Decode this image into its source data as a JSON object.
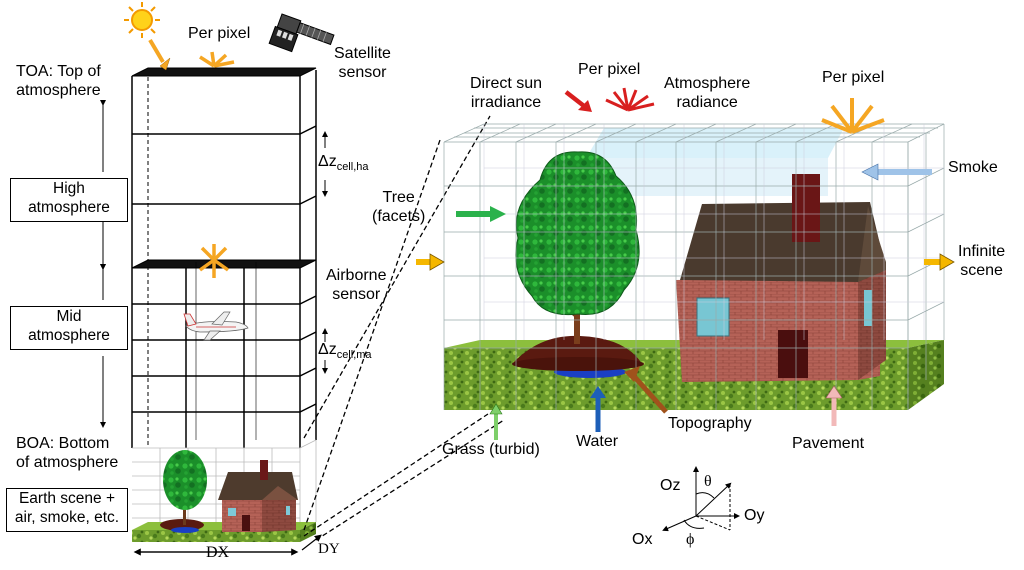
{
  "left_column": {
    "toa": [
      "TOA: Top of",
      "atmosphere"
    ],
    "per_pixel": "Per pixel",
    "satellite": [
      "Satellite",
      "sensor"
    ],
    "high_atmosphere": [
      "High",
      "atmosphere"
    ],
    "mid_atmosphere": [
      "Mid",
      "atmosphere"
    ],
    "dz_ha": [
      "Δz",
      "cell,ha"
    ],
    "dz_ma": [
      "Δz",
      "cell,ma"
    ],
    "airborne": [
      "Airborne",
      "sensor"
    ],
    "boa": [
      "BOA: Bottom",
      "of atmosphere"
    ],
    "earth_scene": [
      "Earth scene +",
      "air, smoke, etc."
    ],
    "dx": "DX",
    "dy": "DY"
  },
  "right_scene": {
    "direct_sun": [
      "Direct sun",
      "irradiance"
    ],
    "per_pixel_top": "Per pixel",
    "atmosphere_radiance": [
      "Atmosphere",
      "radiance"
    ],
    "per_pixel_right": "Per pixel",
    "smoke": "Smoke",
    "tree": [
      "Tree",
      "(facets)"
    ],
    "infinite_scene": [
      "Infinite",
      "scene"
    ],
    "grass": "Grass (turbid)",
    "water": "Water",
    "topography": "Topography",
    "pavement": "Pavement"
  },
  "axes": {
    "oz": "Oz",
    "oy": "Oy",
    "ox": "Ox",
    "theta": "θ",
    "phi": "ϕ"
  },
  "colors": {
    "sun_orange": "#f5a623",
    "sun_yellow": "#ffcc00",
    "red_arrow": "#d81f1f",
    "green_arrow": "#2bb24c",
    "blue_arrow": "#1d5fb8",
    "light_blue_arrow": "#9fc3e8",
    "brown_arrow": "#a0521c",
    "pink_arrow": "#f2b9b9",
    "grass": "#6a9a2a",
    "roof": "#5a4636",
    "brick": "#b06054",
    "foliage": "#1e9a2e",
    "smoke": "#bfe8f5"
  },
  "icons": [
    "sun-icon",
    "satellite-icon",
    "airplane-icon",
    "tree-icon",
    "house-icon"
  ]
}
